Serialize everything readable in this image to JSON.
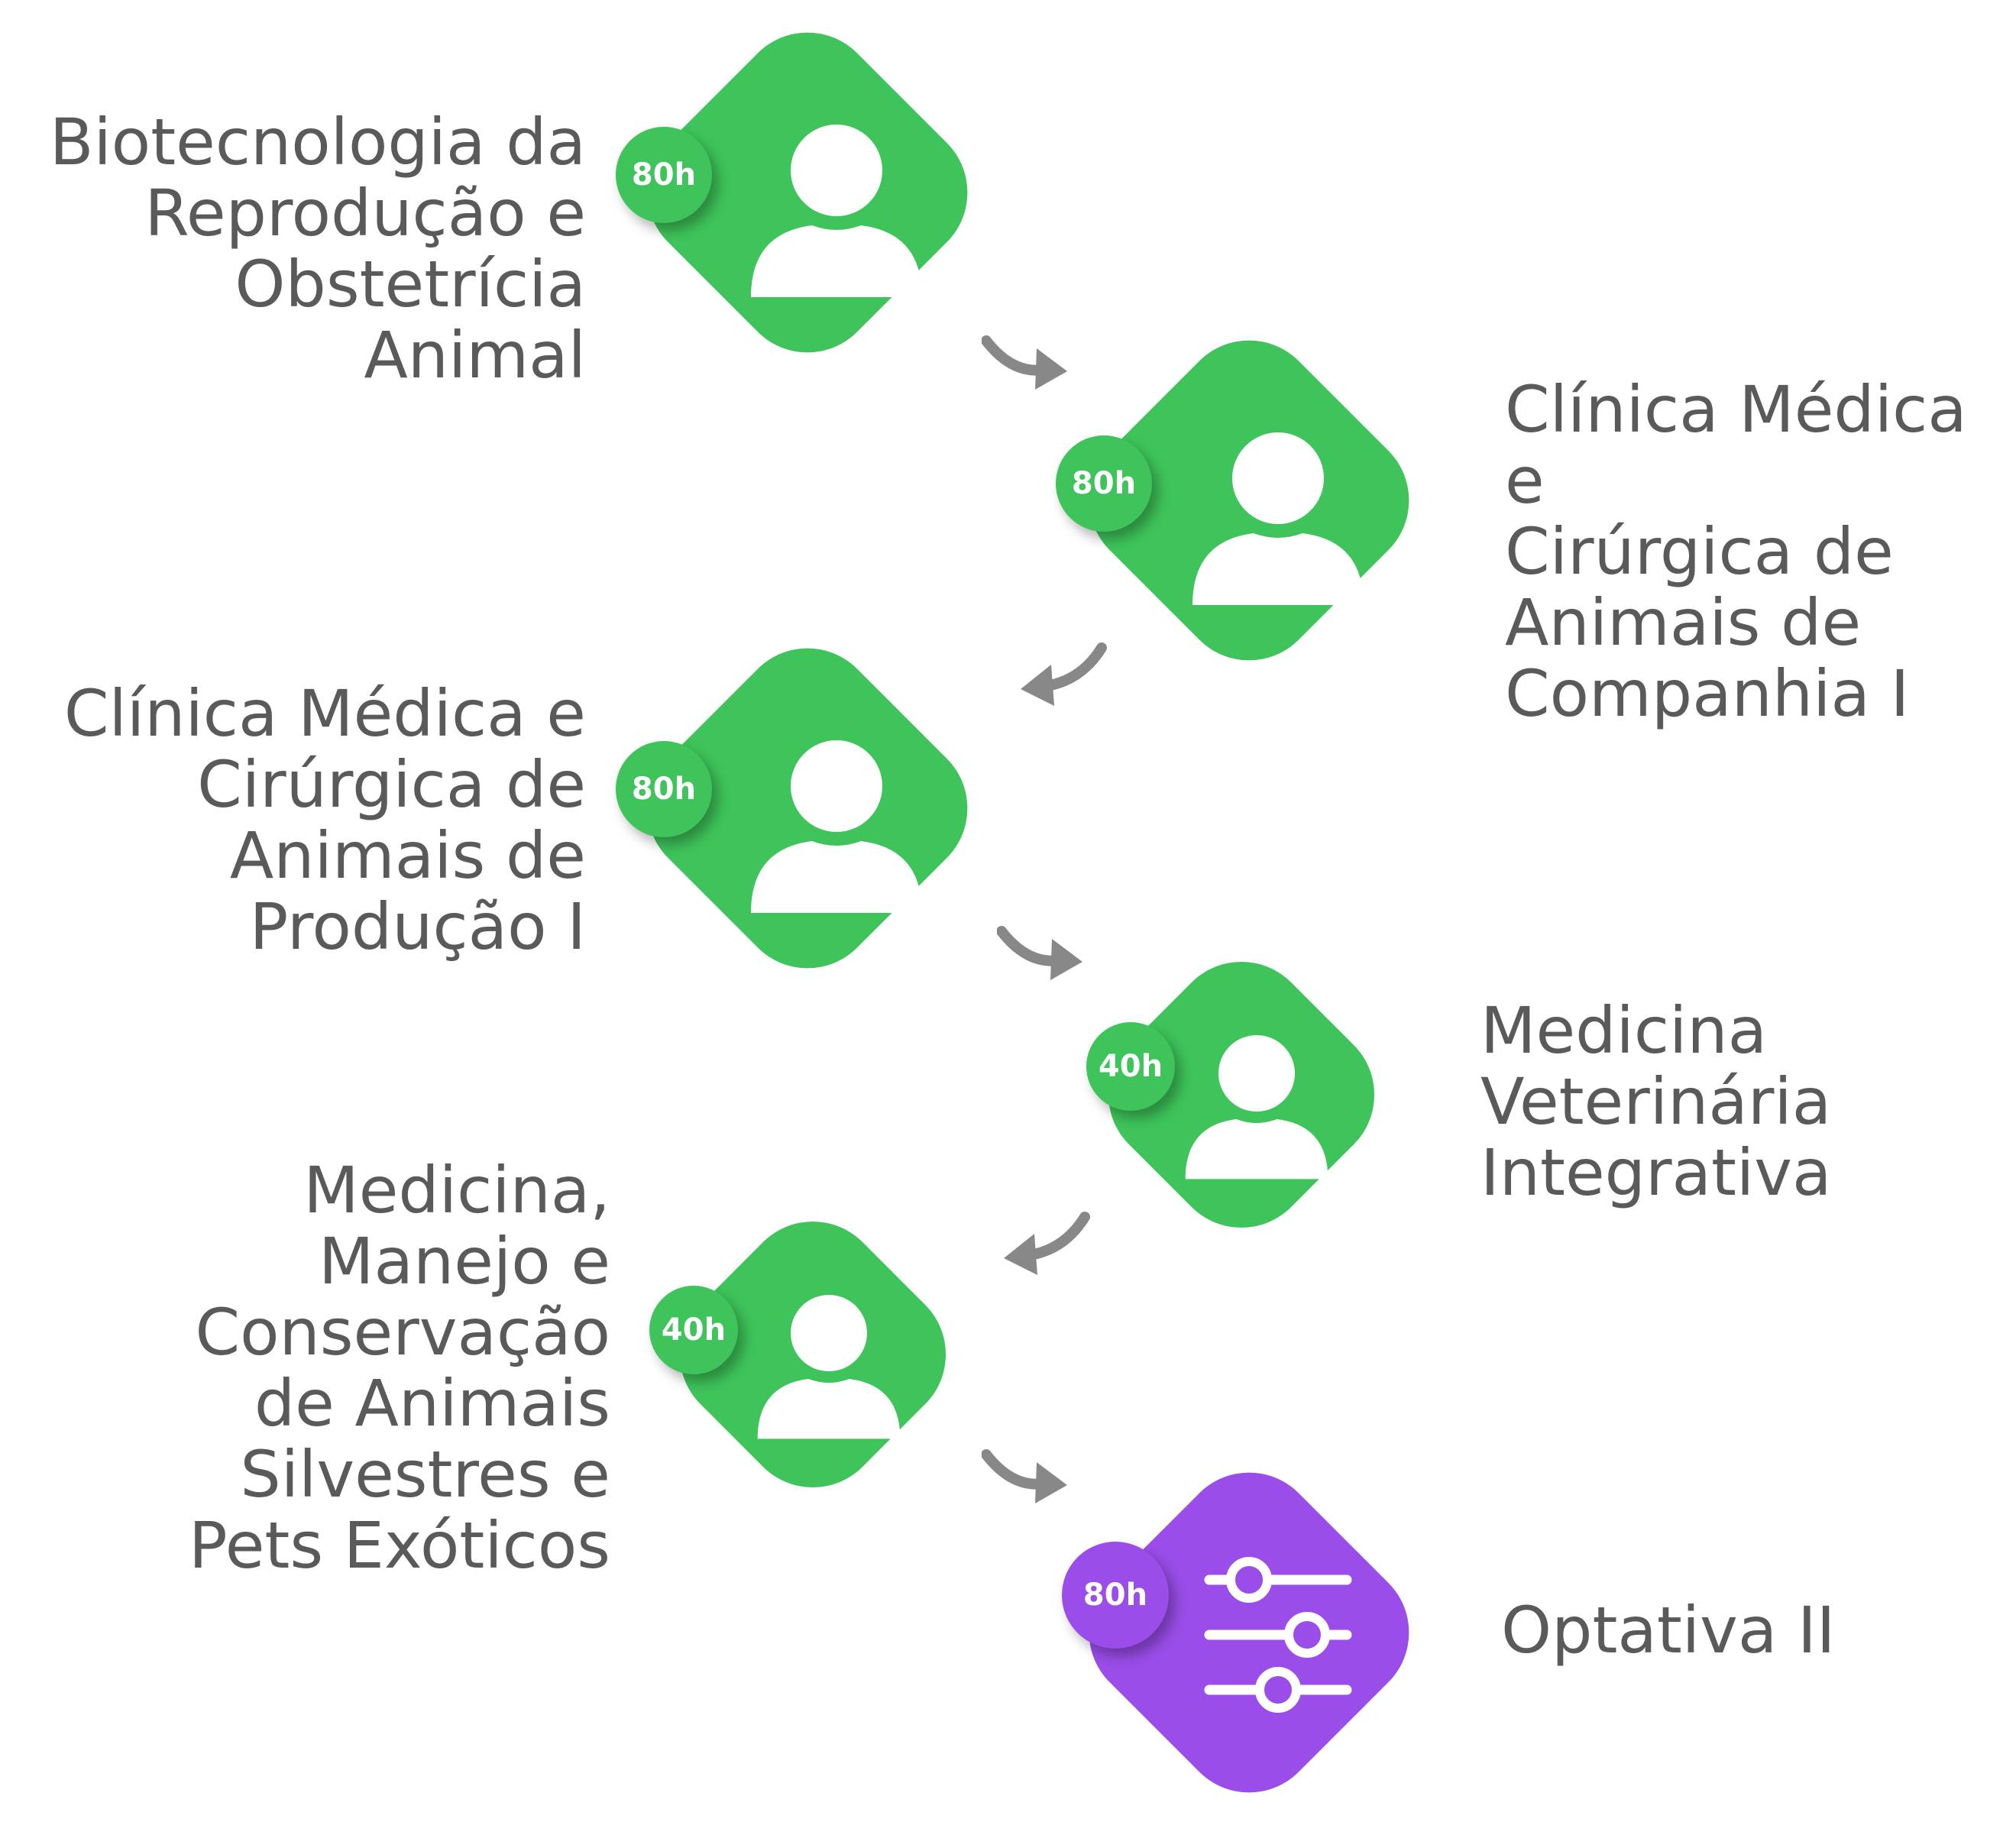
{
  "colors": {
    "required": "#3ec45a",
    "optional": "#9a4de8",
    "text": "#5a5a5a",
    "arrow": "#888888"
  },
  "steps": [
    {
      "label": "Biotecnologia da\nReprodução e\nObstetrícia Animal",
      "hours": "80h",
      "icon": "user-icon"
    },
    {
      "label": "Clínica Médica e\nCirúrgica de\nAnimais de\nCompanhia I",
      "hours": "80h",
      "icon": "user-icon"
    },
    {
      "label": "Clínica Médica e\nCirúrgica de\nAnimais de\nProdução I",
      "hours": "80h",
      "icon": "user-icon"
    },
    {
      "label": "Medicina\nVeterinária\nIntegrativa",
      "hours": "40h",
      "icon": "user-icon"
    },
    {
      "label": "Medicina,\nManejo e\nConservação\nde Animais\nSilvestres e\nPets Exóticos",
      "hours": "40h",
      "icon": "user-icon"
    },
    {
      "label": "Optativa II",
      "hours": "80h",
      "icon": "sliders-icon"
    }
  ]
}
